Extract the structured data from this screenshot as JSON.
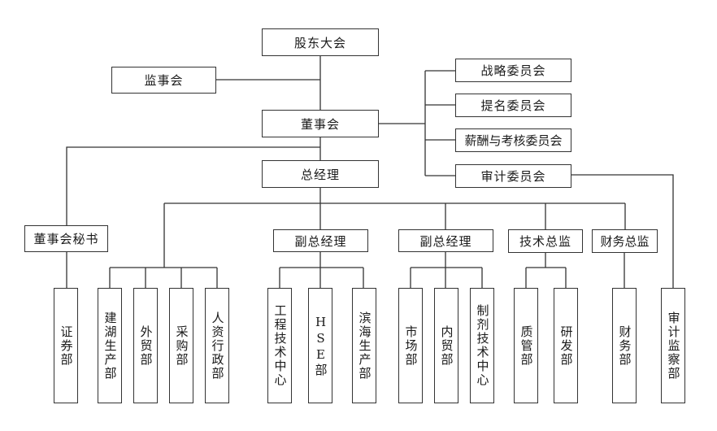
{
  "nodes": {
    "shareholders": "股东大会",
    "supervisors": "监事会",
    "board": "董事会",
    "gm": "总经理",
    "board_secretary": "董事会秘书",
    "committees": [
      "战略委员会",
      "提名委员会",
      "薪酬与考核委员会",
      "审计委员会"
    ],
    "deputy_gm_1": "副总经理",
    "deputy_gm_2": "副总经理",
    "tech_director": "技术总监",
    "finance_director": "财务总监",
    "departments": [
      "证券部",
      "建湖生产部",
      "外贸部",
      "采购部",
      "人资行政部",
      "工程技术中心",
      "HSE部",
      "滨海生产部",
      "市场部",
      "内贸部",
      "制剂技术中心",
      "质管部",
      "研发部",
      "财务部",
      "审计监察部"
    ]
  },
  "colors": {
    "line": "#333333",
    "text": "#1a1a1a",
    "background": "#ffffff"
  }
}
